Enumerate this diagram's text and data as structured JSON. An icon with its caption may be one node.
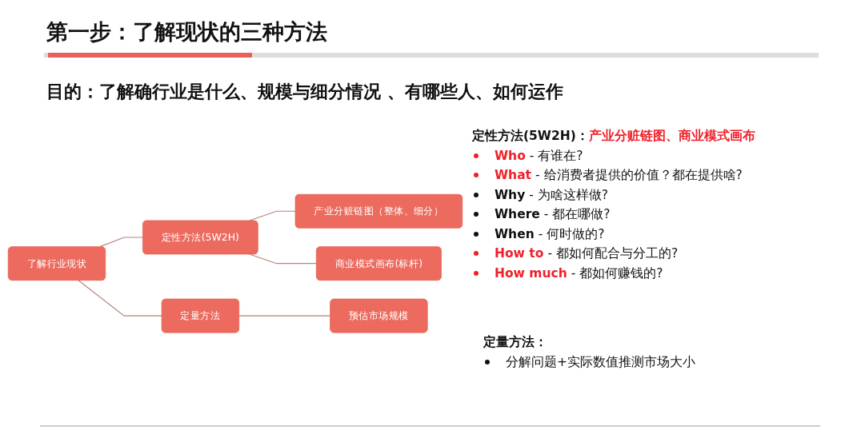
{
  "diagram": {
    "title": "第一步：了解现状的三种方法",
    "nodes": [
      {
        "text": [
          "了解行业现状"
        ]
      },
      {
        "text": [
          "定性方法(5W2H)"
        ]
      },
      {
        "text": [
          "产业分赃链图（整体、细分）"
        ]
      },
      {
        "text": [
          "商业模式画布(标杆)"
        ]
      },
      {
        "text": [
          "定量方法"
        ]
      },
      {
        "text": [
          "预估市场规模"
        ]
      }
    ],
    "edges": [
      {
        "from": 0,
        "to": 1,
        "arrow": "none"
      },
      {
        "from": 0,
        "to": 4,
        "arrow": "none"
      },
      {
        "from": 1,
        "to": 2,
        "arrow": "none"
      },
      {
        "from": 1,
        "to": 3,
        "arrow": "none"
      },
      {
        "from": 4,
        "to": 5,
        "arrow": "none"
      }
    ],
    "labels": [
      "目的：了解确行业是什么、规模与细分情况 、有哪些人、如何运作",
      "定性方法(5W2H)：",
      "产业分赃链图、商业模式画布",
      "Who",
      "- 有谁在?",
      "What",
      "- 给消费者提供的价值？都在提供啥?",
      "Why",
      "- 为啥这样做?",
      "Where",
      "- 都在哪做?",
      "When",
      "- 何时做的?",
      "How to",
      "- 都如何配合与分工的?",
      "How much",
      "- 都如何赚钱的?",
      "定量方法：",
      "分解问题+实际数值推测市场大小"
    ]
  }
}
